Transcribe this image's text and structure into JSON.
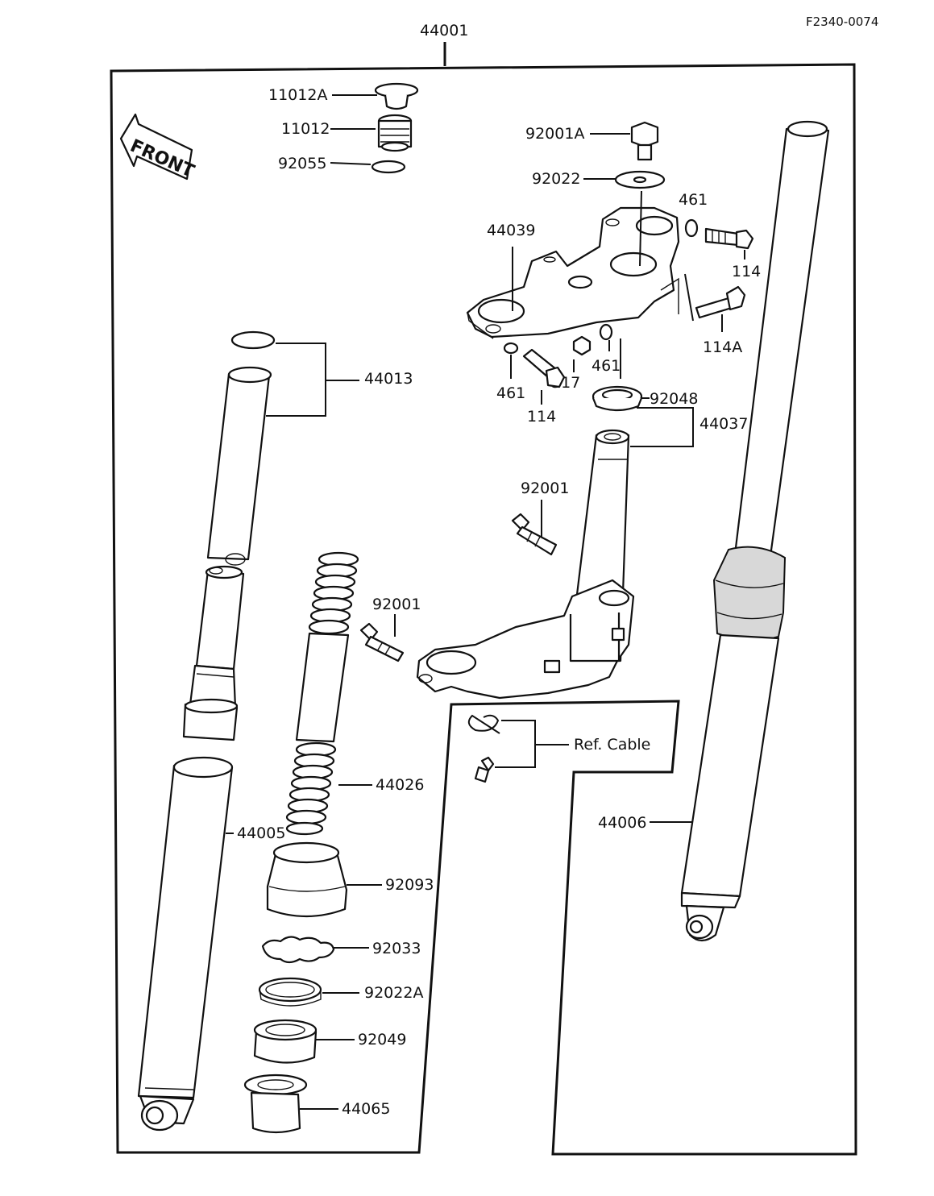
{
  "diagram_code": "F2340-0074",
  "assembly_label": "44001",
  "front_label": "FRONT",
  "callouts": {
    "p11012A": "11012A",
    "p11012": "11012",
    "p92055": "92055",
    "p92001A": "92001A",
    "p92022": "92022",
    "p461a": "461",
    "p44039": "44039",
    "p114a": "114",
    "p114A": "114A",
    "p461b": "461",
    "p461c": "461",
    "p317": "317",
    "p114b": "114",
    "p92048": "92048",
    "p44037": "44037",
    "p44013": "44013",
    "p92001a": "92001",
    "p92001b": "92001",
    "p44026": "44026",
    "p44005": "44005",
    "p92093": "92093",
    "p92033": "92033",
    "p92022A": "92022A",
    "p92049": "92049",
    "p44065": "44065",
    "pRefCable": "Ref.  Cable",
    "p44006": "44006"
  }
}
